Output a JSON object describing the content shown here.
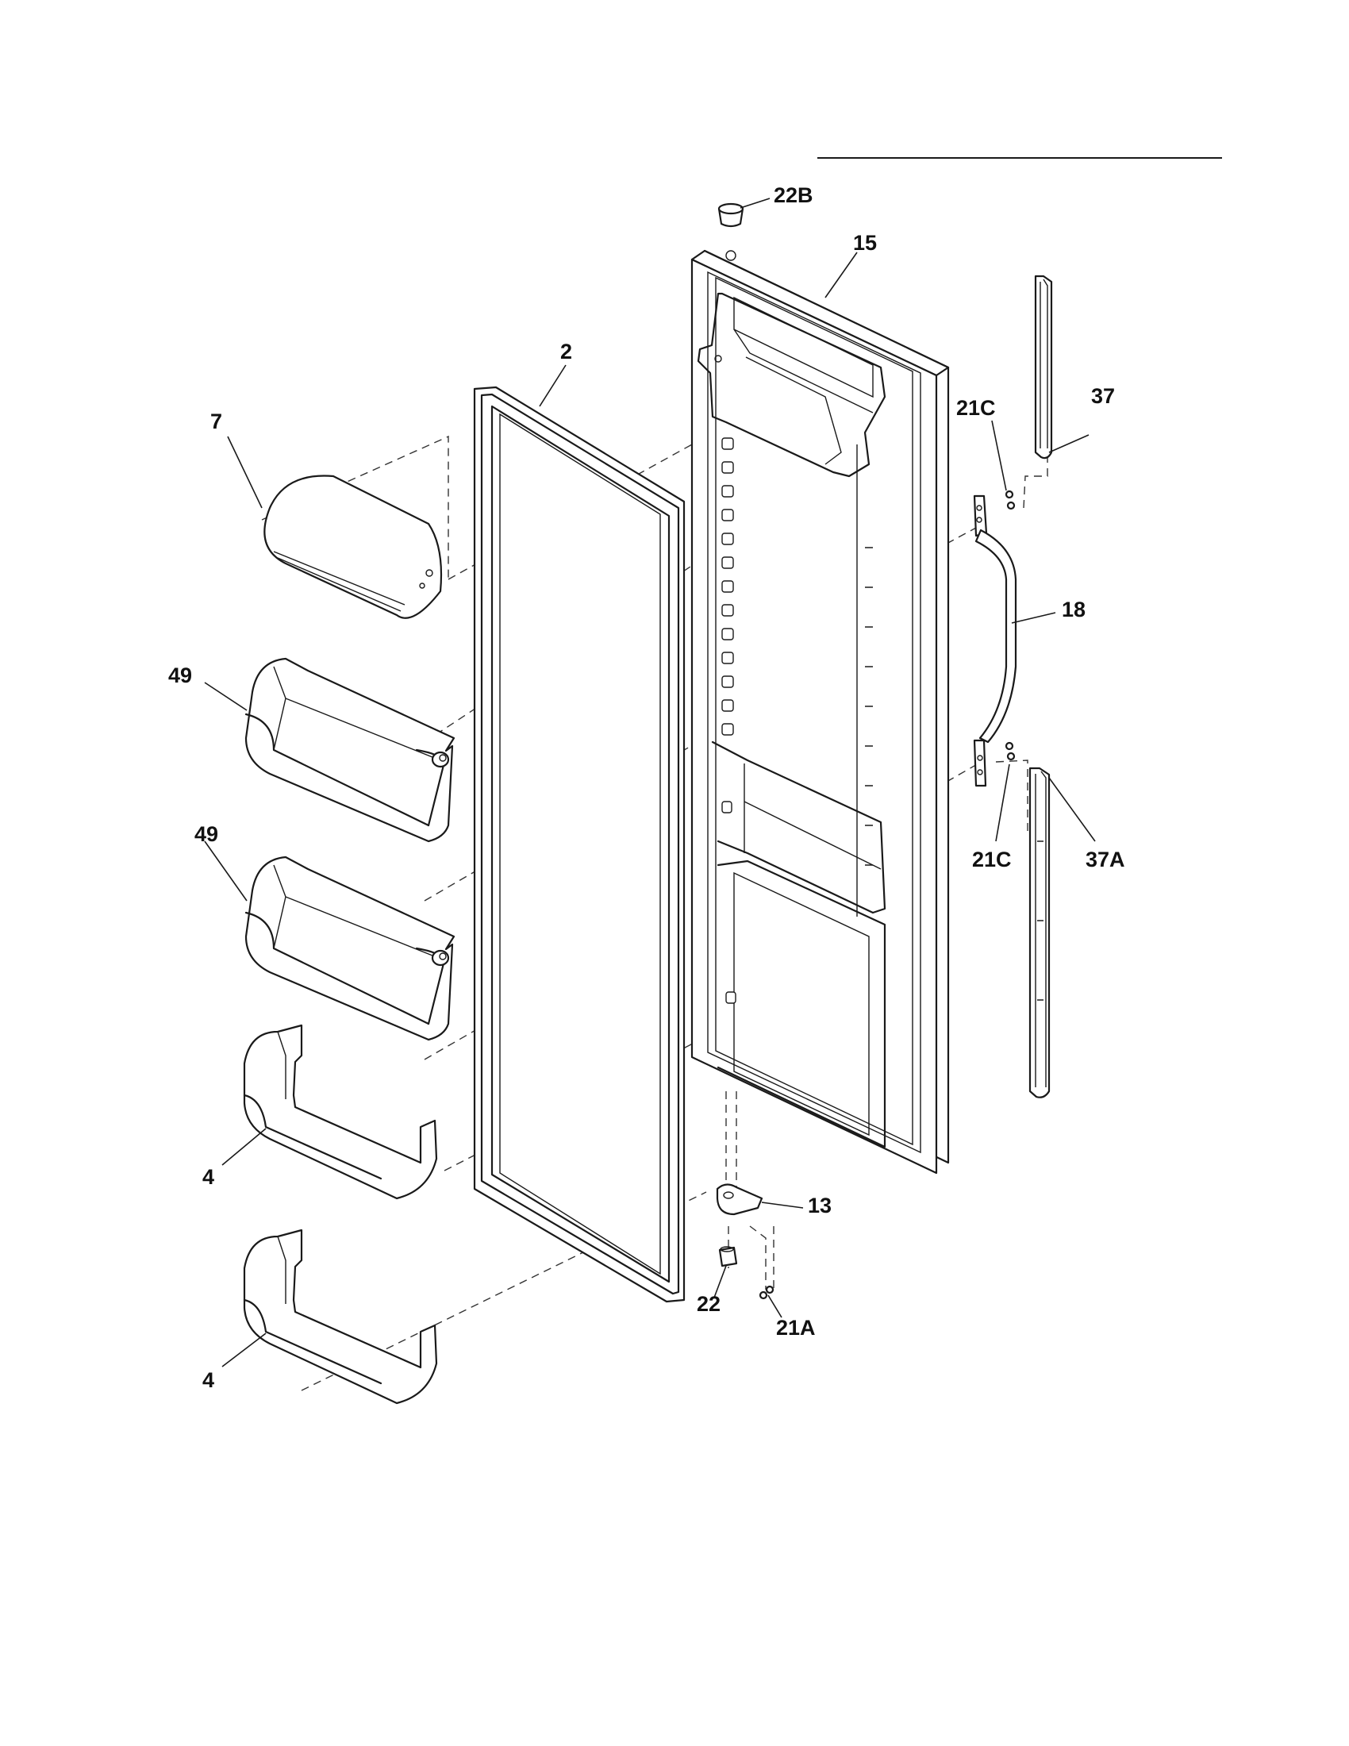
{
  "diagram": {
    "labels": {
      "l_22B": "22B",
      "l_15": "15",
      "l_2": "2",
      "l_7": "7",
      "l_37": "37",
      "l_21C_top": "21C",
      "l_18": "18",
      "l_49_a": "49",
      "l_49_b": "49",
      "l_21C_bot": "21C",
      "l_37A": "37A",
      "l_4_a": "4",
      "l_4_b": "4",
      "l_13": "13",
      "l_22": "22",
      "l_21A": "21A"
    },
    "colors": {
      "line": "#1a1a1a",
      "background": "#ffffff"
    }
  }
}
